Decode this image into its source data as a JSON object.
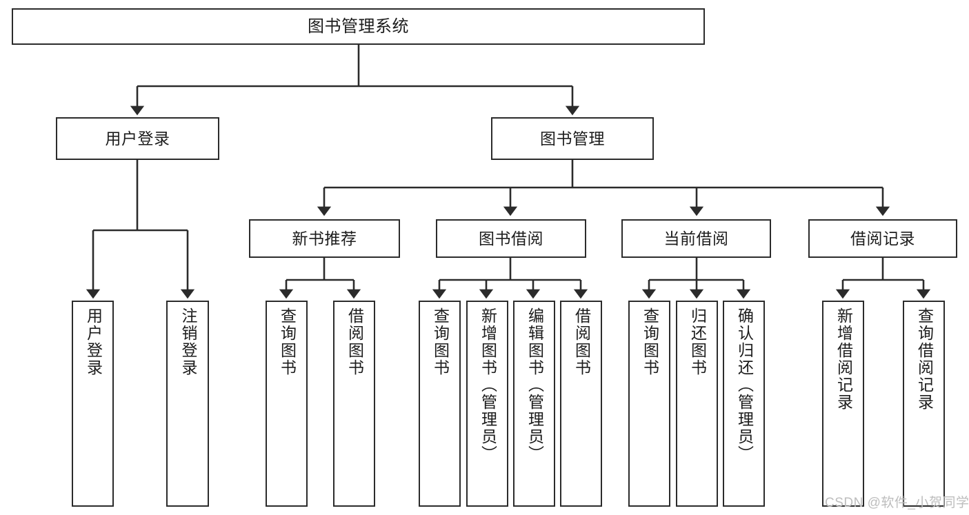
{
  "diagram": {
    "title": "图书管理系统",
    "type": "tree-hierarchy-chart",
    "background_color": "#ffffff",
    "line_color": "#2b2b2b",
    "box_border_color": "#2b2b2b",
    "text_color": "#1c1c1c"
  },
  "nodes": {
    "root": {
      "label": "图书管理系统"
    },
    "level2": [
      {
        "label": "用户登录"
      },
      {
        "label": "图书管理"
      }
    ],
    "level3": [
      {
        "label": "新书推荐"
      },
      {
        "label": "图书借阅"
      },
      {
        "label": "当前借阅"
      },
      {
        "label": "借阅记录"
      }
    ],
    "leaves": {
      "user_login": [
        {
          "label": "用户登录"
        },
        {
          "label": "注销登录"
        }
      ],
      "new_book_recommend": [
        {
          "label": "查询图书"
        },
        {
          "label": "借阅图书"
        }
      ],
      "book_borrow": [
        {
          "label": "查询图书"
        },
        {
          "label": "新增图书（管理员）"
        },
        {
          "label": "编辑图书（管理员）"
        },
        {
          "label": "借阅图书"
        }
      ],
      "current_borrow": [
        {
          "label": "查询图书"
        },
        {
          "label": "归还图书"
        },
        {
          "label": "确认归还（管理员）"
        }
      ],
      "borrow_record": [
        {
          "label": "新增借阅记录"
        },
        {
          "label": "查询借阅记录"
        }
      ]
    }
  },
  "watermark": {
    "text": "CSDN @软件_小贺同学"
  }
}
